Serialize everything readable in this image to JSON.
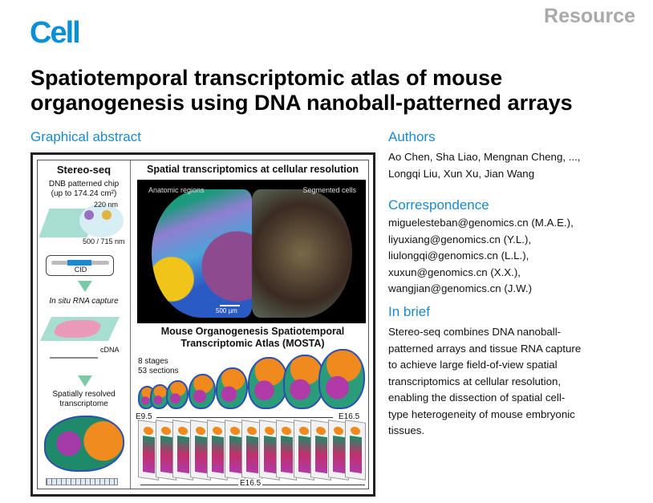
{
  "journal": {
    "logo": "Cell",
    "article_type": "Resource"
  },
  "title": "Spatiotemporal transcriptomic atlas of mouse organogenesis using DNA nanoball-patterned arrays",
  "graphical_abstract": {
    "heading": "Graphical abstract",
    "stereo_seq": "Stereo-seq",
    "chip": "DNB patterned chip",
    "chip_size": "(up to 174.24 cm²)",
    "nm220": "220 nm",
    "nm500": "500 / 715 nm",
    "cid": "CID",
    "capture": "In situ RNA capture",
    "cdna": "cDNA",
    "resolved1": "Spatially resolved",
    "resolved2": "transcriptome",
    "spatial_title": "Spatial transcriptomics at cellular resolution",
    "anatomic": "Anatomic regions",
    "segmented": "Segmented cells",
    "scale": "500 µm",
    "mosta1": "Mouse Organogenesis Spatiotemporal",
    "mosta2": "Transcriptomic Atlas (MOSTA)",
    "stages": "8 stages",
    "sections": "53 sections",
    "e95": "E9.5",
    "e165": "E16.5",
    "e165b": "E16.5"
  },
  "authors": {
    "heading": "Authors",
    "line1": "Ao Chen, Sha Liao, Mengnan Cheng, ...,",
    "line2": "Longqi Liu, Xun Xu, Jian Wang"
  },
  "correspondence": {
    "heading": "Correspondence",
    "emails": [
      "miguelesteban@genomics.cn (M.A.E.),",
      "liyuxiang@genomics.cn (Y.L.),",
      "liulongqi@genomics.cn (L.L.),",
      "xuxun@genomics.cn (X.X.),",
      "wangjian@genomics.cn (J.W.)"
    ]
  },
  "in_brief": {
    "heading": "In brief",
    "lines": [
      "Stereo-seq combines DNA nanoball-",
      "patterned arrays and tissue RNA capture",
      "to achieve large field-of-view spatial",
      "transcriptomics at cellular resolution,",
      "enabling the dissection of spatial cell-",
      "type heterogeneity of mouse embryonic",
      "tissues."
    ]
  }
}
